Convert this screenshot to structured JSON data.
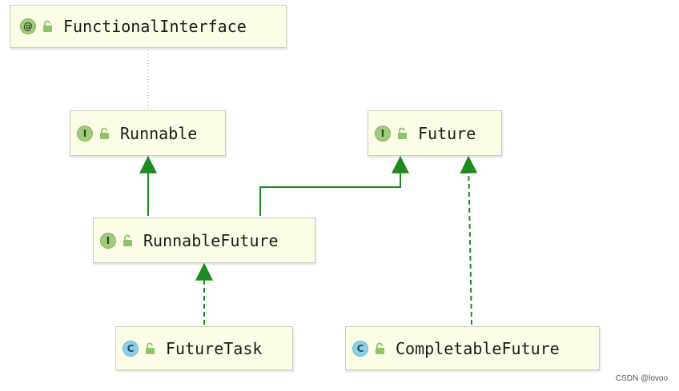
{
  "nodes": {
    "functional_interface": {
      "badge": "@",
      "label": "FunctionalInterface"
    },
    "runnable": {
      "badge": "I",
      "label": "Runnable"
    },
    "future": {
      "badge": "I",
      "label": "Future"
    },
    "runnable_future": {
      "badge": "I",
      "label": "RunnableFuture"
    },
    "future_task": {
      "badge": "C",
      "label": "FutureTask"
    },
    "completable_future": {
      "badge": "C",
      "label": "CompletableFuture"
    }
  },
  "edges": [
    {
      "from": "runnable",
      "to": "functional_interface",
      "style": "dotted"
    },
    {
      "from": "runnable_future",
      "to": "runnable",
      "style": "solid"
    },
    {
      "from": "runnable_future",
      "to": "future",
      "style": "solid"
    },
    {
      "from": "future_task",
      "to": "runnable_future",
      "style": "dashed"
    },
    {
      "from": "completable_future",
      "to": "future",
      "style": "dashed"
    }
  ],
  "colors": {
    "edge": "#1f8a1f",
    "interface_badge": "#9fcb7d",
    "class_badge": "#8ecfe6",
    "lock": "#8fc26a",
    "node_fill": "#fcfde6"
  },
  "icons": {
    "visibility": "open-lock-icon"
  },
  "watermark": "CSDN @lovoo"
}
